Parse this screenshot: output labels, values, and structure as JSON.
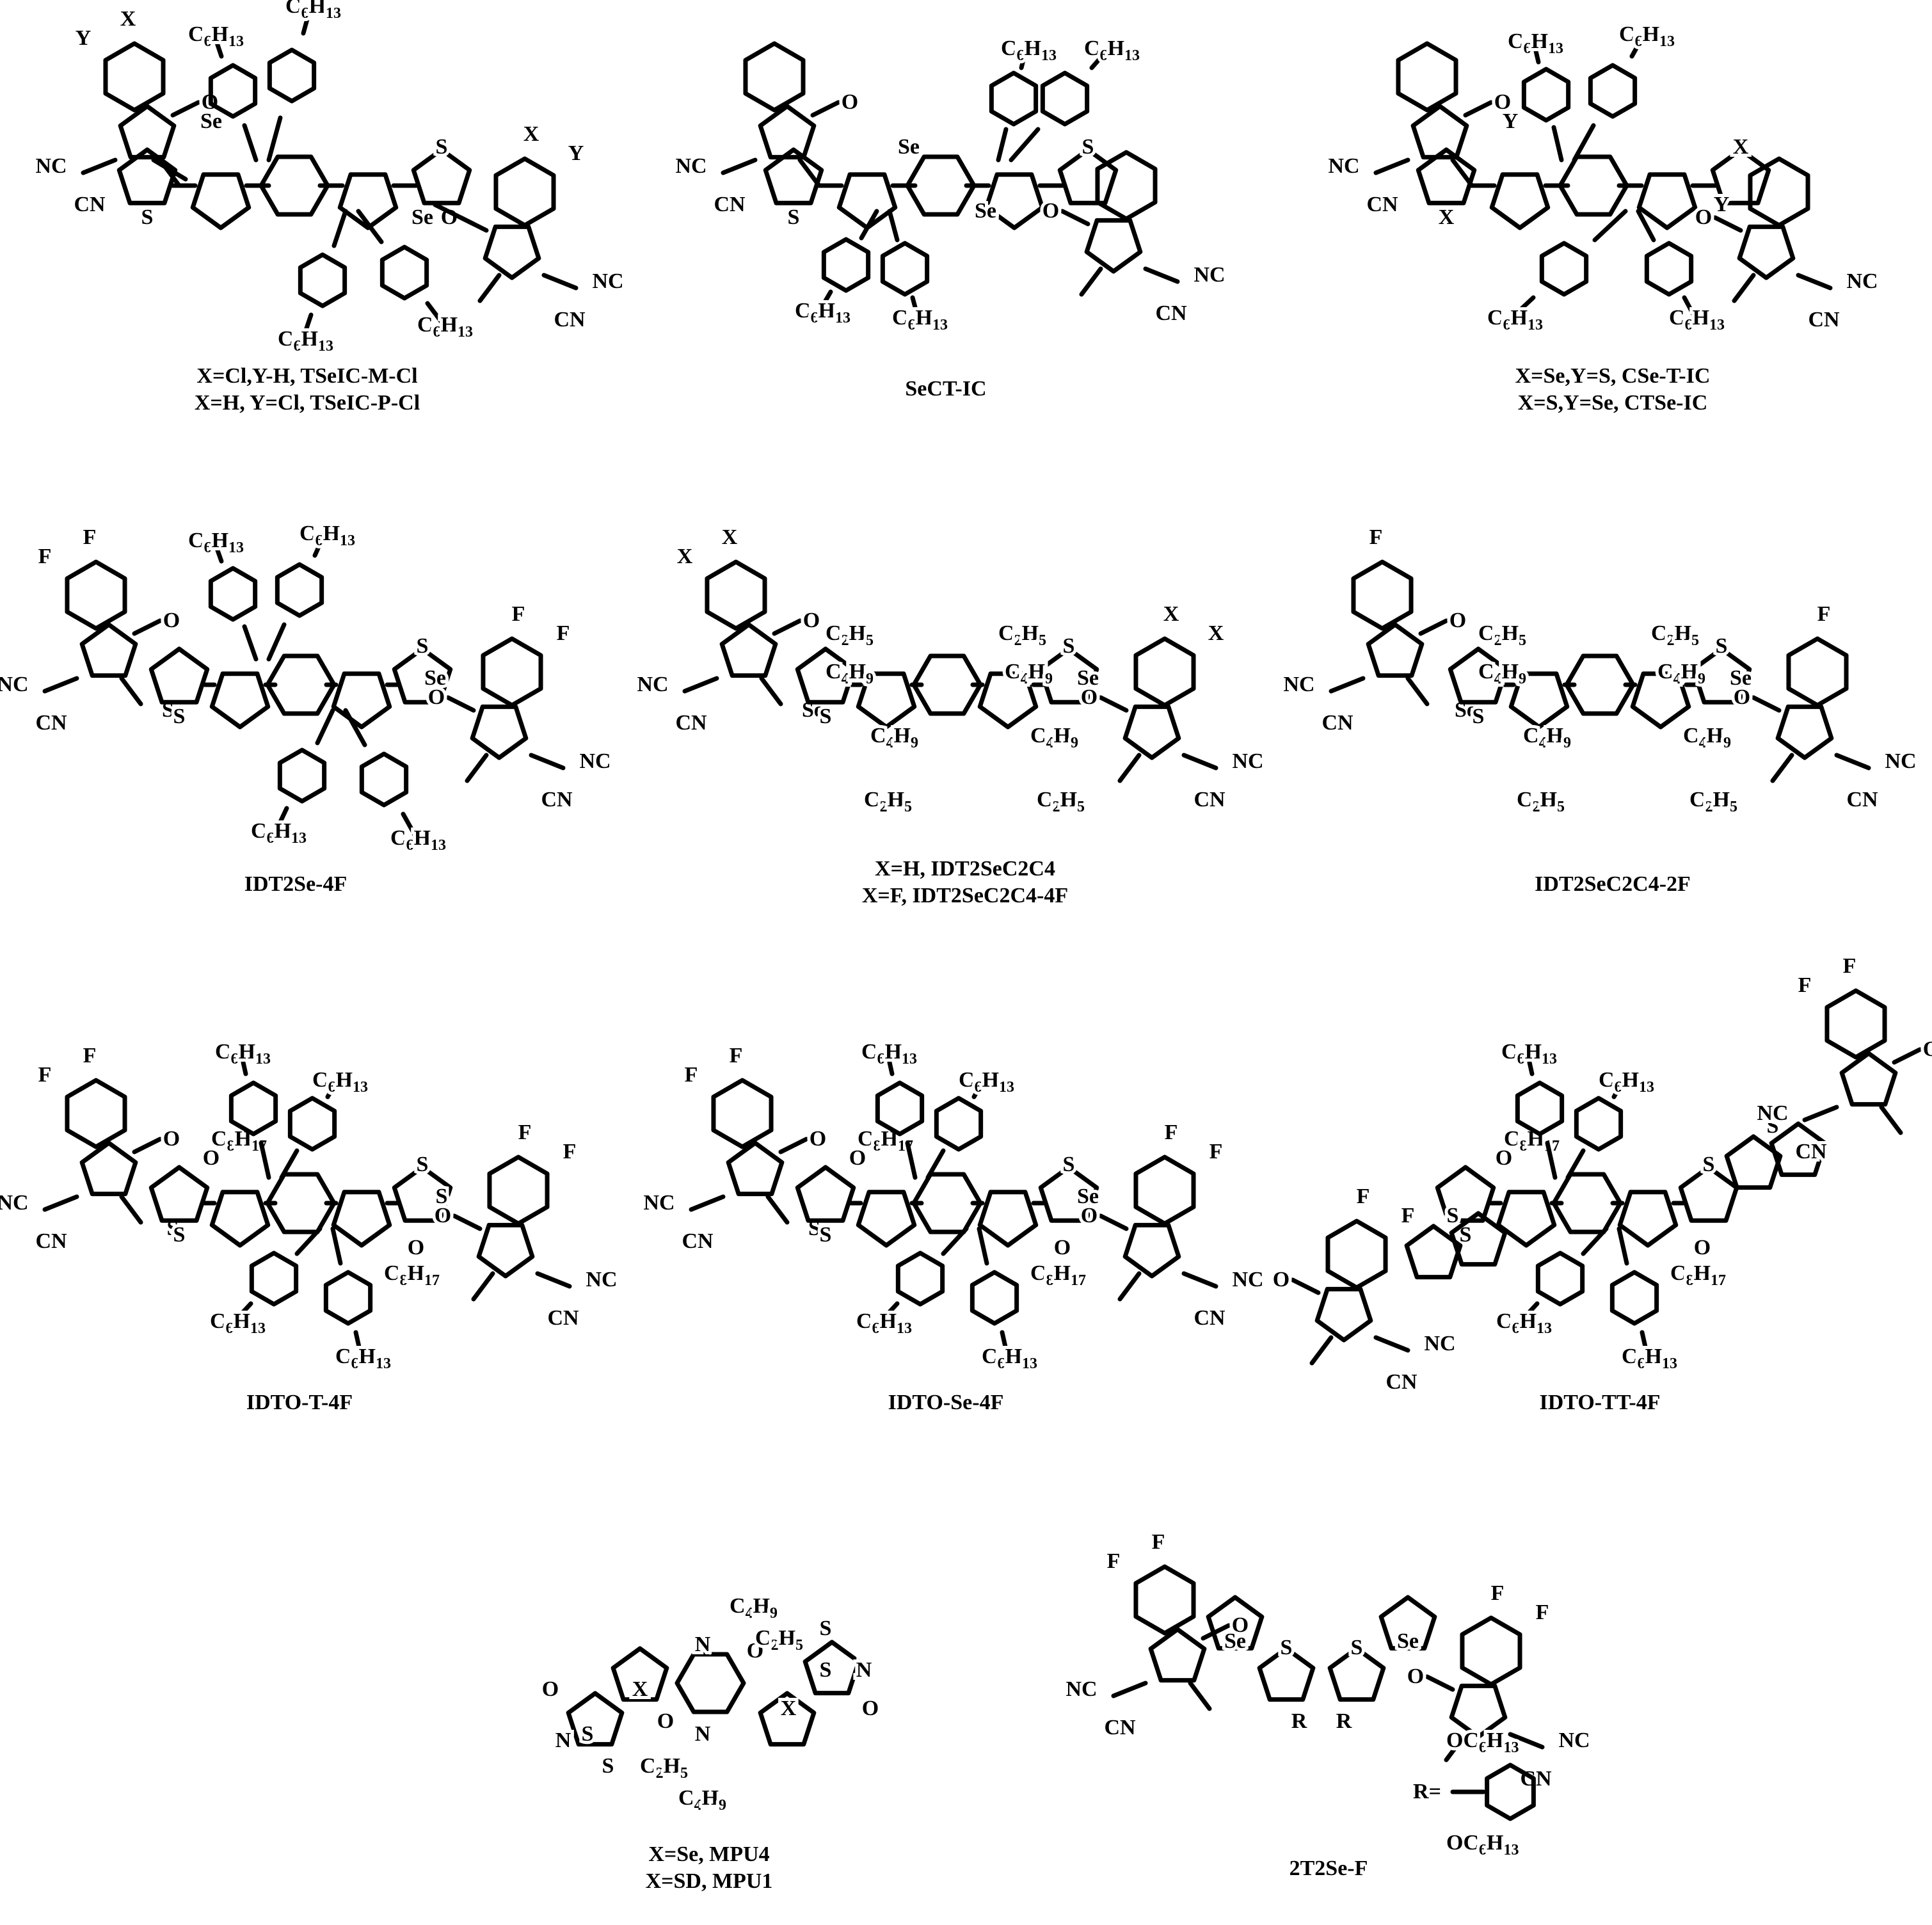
{
  "figure_title": "",
  "compounds": [
    {
      "id": "tseic",
      "captions": [
        "X=Cl,Y-H, TSeIC-M-Cl",
        "X=H, Y=Cl, TSeIC-P-Cl"
      ],
      "labels": {
        "x": "X",
        "y": "Y",
        "se": "Se",
        "s": "S",
        "o": "O",
        "nc": "NC",
        "cn": "CN",
        "c6": "C",
        "sub6": "6",
        "h13": "H",
        "sub13": "13"
      }
    },
    {
      "id": "sect-ic",
      "captions": [
        "SeCT-IC"
      ]
    },
    {
      "id": "cse-t-ic",
      "captions": [
        "X=Se,Y=S, CSe-T-IC",
        "X=S,Y=Se, CTSe-IC"
      ]
    },
    {
      "id": "idt2se-4f",
      "captions": [
        "IDT2Se-4F"
      ]
    },
    {
      "id": "idt2sec2c4",
      "captions": [
        "X=H, IDT2SeC2C4",
        "X=F, IDT2SeC2C4-4F"
      ]
    },
    {
      "id": "idt2sec2c4-2f",
      "captions": [
        "IDT2SeC2C4-2F"
      ]
    },
    {
      "id": "idto-t-4f",
      "captions": [
        "IDTO-T-4F"
      ]
    },
    {
      "id": "idto-se-4f",
      "captions": [
        "IDTO-Se-4F"
      ]
    },
    {
      "id": "idto-tt-4f",
      "captions": [
        "IDTO-TT-4F"
      ]
    },
    {
      "id": "mpu",
      "captions": [
        "X=Se, MPU4",
        "X=SD, MPU1"
      ]
    },
    {
      "id": "2t2se-f",
      "captions": [
        "2T2Se-F"
      ],
      "r_label": "R=",
      "r_sub": "OC"
    }
  ],
  "atoms": {
    "F": "F",
    "S": "S",
    "Se": "Se",
    "O": "O",
    "N": "N",
    "R": "R",
    "NC": "NC",
    "CN": "CN",
    "X": "X",
    "Y": "Y"
  },
  "substituents": {
    "hexyl": [
      "C",
      "6",
      "H",
      "13"
    ],
    "octyl": [
      "C",
      "8",
      "H",
      "17"
    ],
    "ethyl": [
      "C",
      "2",
      "H",
      "5"
    ],
    "butyl": [
      "C",
      "4",
      "H",
      "9"
    ],
    "ohexyl": [
      "OC",
      "6",
      "H",
      "13"
    ]
  }
}
